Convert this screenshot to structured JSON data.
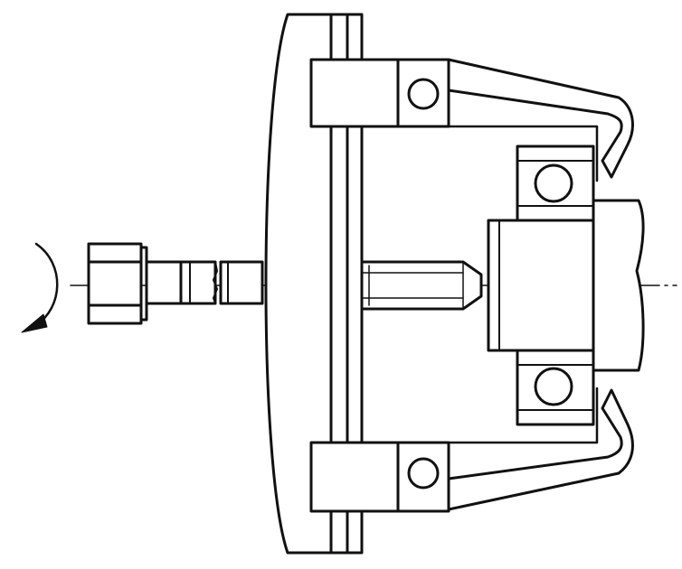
{
  "diagram": {
    "subject": "bearing-puller",
    "colors": {
      "stroke": "#111111",
      "background": "#ffffff",
      "axis": "#111111"
    },
    "icons": [
      "rotation-arrow-icon"
    ],
    "parts": [
      "crossbar",
      "upper-jaw",
      "lower-jaw",
      "screw",
      "bearing-outer-ring",
      "shaft",
      "hex-head"
    ]
  }
}
